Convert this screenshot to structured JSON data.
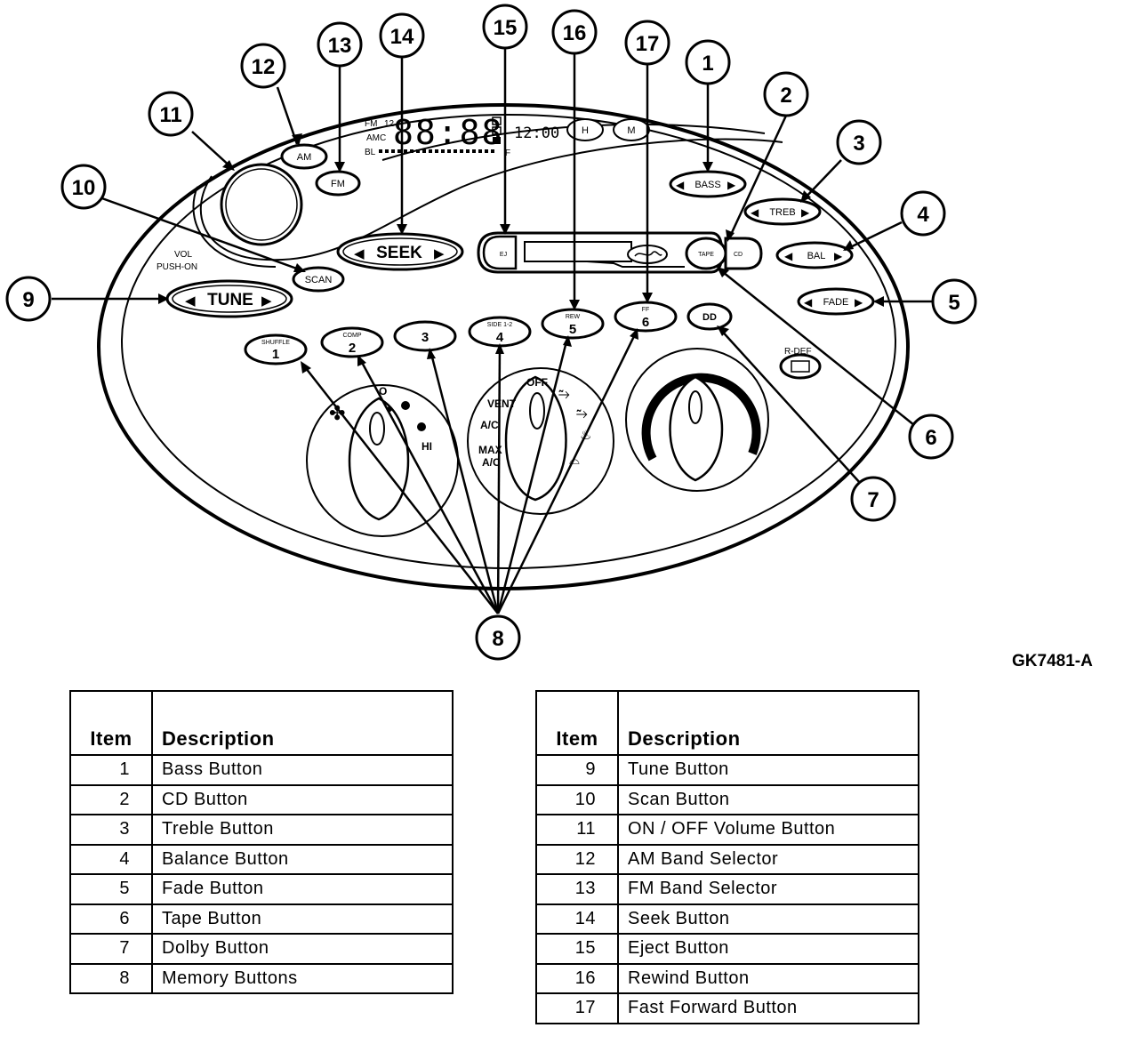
{
  "figure_code": "GK7481-A",
  "panel": {
    "display": {
      "fm": "FM",
      "twelve": "12",
      "amc": "AMC",
      "bl": "BL",
      "digits": "88:88",
      "clock": "12:00",
      "f": "F"
    },
    "buttons": {
      "am": "AM",
      "fm": "FM",
      "seek": "SEEK",
      "scan": "SCAN",
      "tune": "TUNE",
      "hour": "H",
      "minute": "M",
      "bass": "BASS",
      "treb": "TREB",
      "bal": "BAL",
      "fade": "FADE",
      "tape": "TAPE",
      "cd": "CD",
      "ej": "EJ",
      "dolby": "DD",
      "rdef": "R-DEF"
    },
    "labels": {
      "vol": "VOL",
      "push_on": "PUSH-ON",
      "fan_off": "O",
      "fan_hi": "HI",
      "off": "OFF",
      "vent": "VENT",
      "ac": "A/C",
      "max": "MAX",
      "max_ac": "A/C"
    },
    "presets": [
      {
        "num": "1",
        "sub": "SHUFFLE"
      },
      {
        "num": "2",
        "sub": "COMP"
      },
      {
        "num": "3",
        "sub": ""
      },
      {
        "num": "4",
        "sub": "SIDE 1-2"
      },
      {
        "num": "5",
        "sub": "REW"
      },
      {
        "num": "6",
        "sub": "FF"
      }
    ]
  },
  "callouts": [
    "1",
    "2",
    "3",
    "4",
    "5",
    "6",
    "7",
    "8",
    "9",
    "10",
    "11",
    "12",
    "13",
    "14",
    "15",
    "16",
    "17"
  ],
  "legend": {
    "item_header": "Item",
    "description_header": "Description",
    "left": [
      {
        "item": "1",
        "description": "Bass Button"
      },
      {
        "item": "2",
        "description": "CD Button"
      },
      {
        "item": "3",
        "description": "Treble Button"
      },
      {
        "item": "4",
        "description": "Balance Button"
      },
      {
        "item": "5",
        "description": "Fade Button"
      },
      {
        "item": "6",
        "description": "Tape Button"
      },
      {
        "item": "7",
        "description": "Dolby Button"
      },
      {
        "item": "8",
        "description": "Memory Buttons"
      }
    ],
    "right": [
      {
        "item": "9",
        "description": "Tune Button"
      },
      {
        "item": "10",
        "description": "Scan Button"
      },
      {
        "item": "11",
        "description": "ON / OFF Volume Button"
      },
      {
        "item": "12",
        "description": "AM Band Selector"
      },
      {
        "item": "13",
        "description": "FM Band Selector"
      },
      {
        "item": "14",
        "description": "Seek Button"
      },
      {
        "item": "15",
        "description": "Eject Button"
      },
      {
        "item": "16",
        "description": "Rewind Button"
      },
      {
        "item": "17",
        "description": "Fast Forward Button"
      }
    ]
  }
}
